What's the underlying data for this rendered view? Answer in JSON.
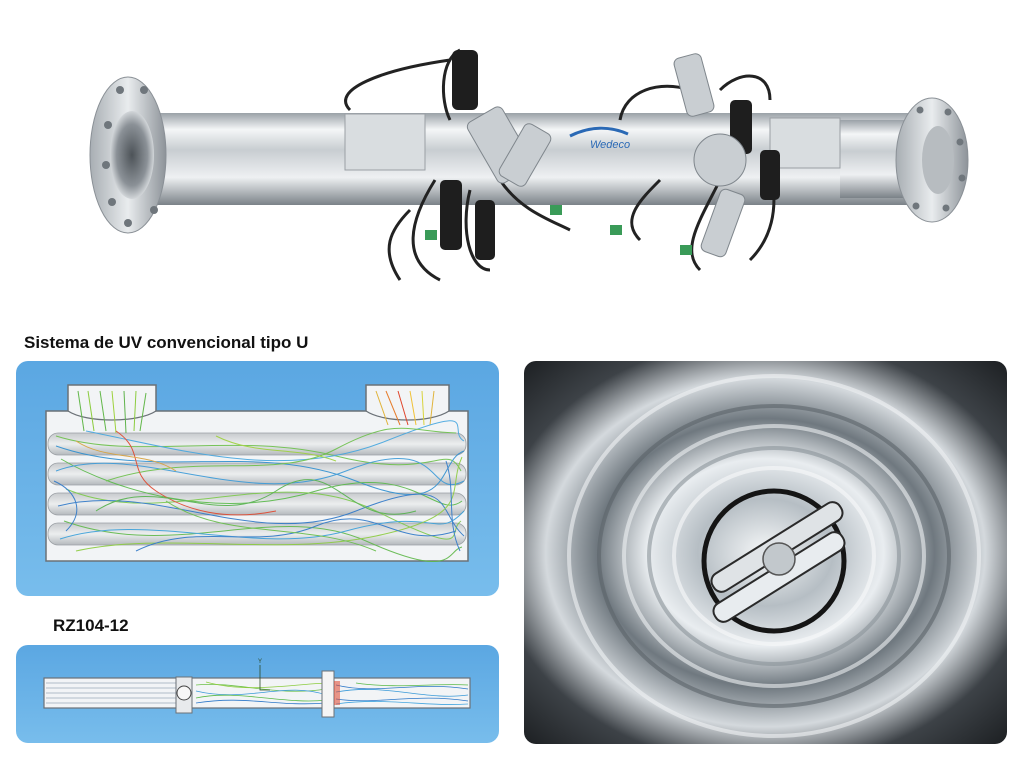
{
  "slide": {
    "caption_conventional": "Sistema de UV convencional tipo U",
    "caption_model": "RZ104-12",
    "brand_logo_text": "Wedeco"
  },
  "colors": {
    "panel_blue": "#5aa7e0",
    "steel_light": "#e6e9ec",
    "steel_dark": "#7d848a",
    "streamline_green": "#6cc04a",
    "streamline_blue": "#2e78c8",
    "streamline_red": "#e0452c"
  },
  "icons": [
    "uv-reactor-photo",
    "cfd-flow-simulation-u-type",
    "cfd-flow-simulation-rz104",
    "reactor-interior-photo"
  ]
}
